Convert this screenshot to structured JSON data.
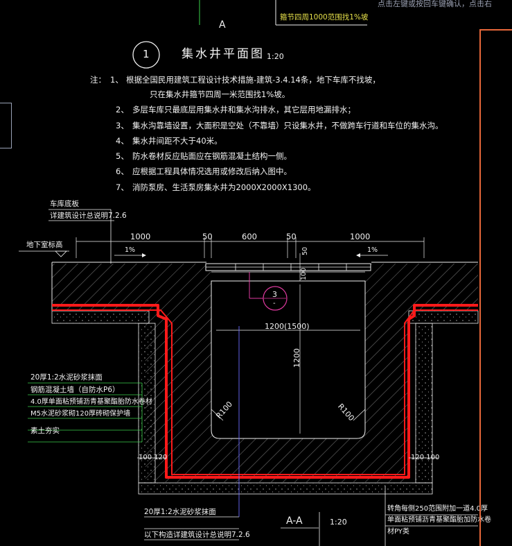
{
  "header": {
    "section_letter": "A",
    "top_note": "箍节四周1000范围找1%坡",
    "top_right_cut": "点击左键或按回车键确认，点击右"
  },
  "title": {
    "circle_number": "1",
    "name": "集水井平面图",
    "scale": "1:20"
  },
  "notes": {
    "prefix": "注：",
    "items": [
      {
        "num": "1、",
        "text": "根据全国民用建筑工程设计技术措施-建筑-3.4.14条，地下车库不找坡，"
      },
      {
        "num": "",
        "text": "只在集水井箍节四周一米范围找1%坡。"
      },
      {
        "num": "2、",
        "text": "多层车库只最底层用集水井和集水沟排水，其它层用地漏排水；"
      },
      {
        "num": "3、",
        "text": "集水沟靠墙设置，大面积是空处（不靠墙）只设集水井，不做跨车行道和车位的集水沟。"
      },
      {
        "num": "4、",
        "text": "集水井间距不大于40米。"
      },
      {
        "num": "5、",
        "text": "防水卷材反应贴面应在钢筋混凝土结构一侧。"
      },
      {
        "num": "6、",
        "text": "应根据工程具体情况选用或修改后纳入图中。"
      },
      {
        "num": "7、",
        "text": "消防泵房、生活泵房集水井为2000X2000X1300。"
      }
    ]
  },
  "section": {
    "label_car_floor": "车库底板",
    "label_see_note": "详建筑设计总说明7.2.6",
    "label_floor_top": "地下室标高",
    "dims_top": [
      "1000",
      "50",
      "600",
      "50",
      "1000"
    ],
    "slope_left": "1%",
    "slope_right": "1%",
    "dim_50": "50",
    "dim_100": "100",
    "callout_number": "3",
    "callout_sub": "-",
    "width_dim": "1200(1500)",
    "height_dim": "1200",
    "radius_left": "R100",
    "radius_right": "R100",
    "dim_left_small": "100 120",
    "dim_right_small": "120 100",
    "section_name": "A-A",
    "section_scale": "1:20"
  },
  "layers_left": [
    "20厚1:2水泥砂浆抹面",
    "钢筋混凝土墙（自防水P6）",
    "4.0厚单面粘预铺沥青基聚酯胎防水卷材",
    "M5水泥砂浆砌120厚砖砌保护墙",
    "素土夯实"
  ],
  "bottom_left": [
    "20厚1:2水泥砂浆抹面",
    "以下构造详建筑设计总说明7.2.6"
  ],
  "bottom_right": [
    "转角每侧250范围附加一道4.0厚",
    "单面粘预铺沥青基聚酯胎加防水卷",
    "材PY类"
  ],
  "colors": {
    "background": "#000000",
    "line_white": "#f2f2f2",
    "membrane_red": "#ff1a1a",
    "leader_green": "#3ad24a",
    "leader_blue": "#6a6cff",
    "hatch_gray": "#a8a8a8",
    "panel_orange": "#e8683a",
    "callout_magenta": "#e03aa0"
  }
}
